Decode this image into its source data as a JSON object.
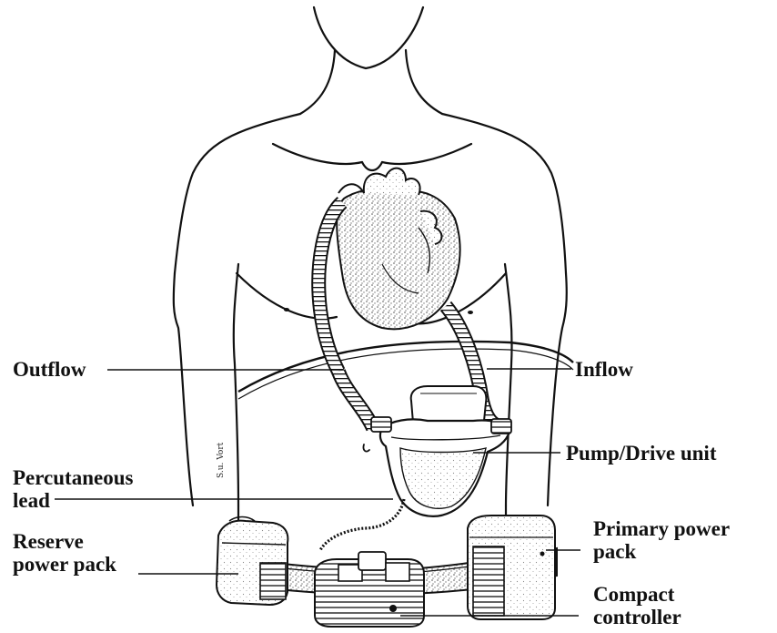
{
  "labels": {
    "outflow": "Outflow",
    "inflow": "Inflow",
    "pump_drive_unit": "Pump/Drive unit",
    "percutaneous_lead": [
      "Percutaneous",
      "lead"
    ],
    "reserve_power_pack": [
      "Reserve",
      "power pack"
    ],
    "primary_power_pack": [
      "Primary power",
      "pack"
    ],
    "compact_controller": [
      "Compact",
      "controller"
    ]
  },
  "signature": "S.u. Vort",
  "colors": {
    "ink": "#111111",
    "paper": "#ffffff",
    "stipple": "#8a8a8a"
  }
}
